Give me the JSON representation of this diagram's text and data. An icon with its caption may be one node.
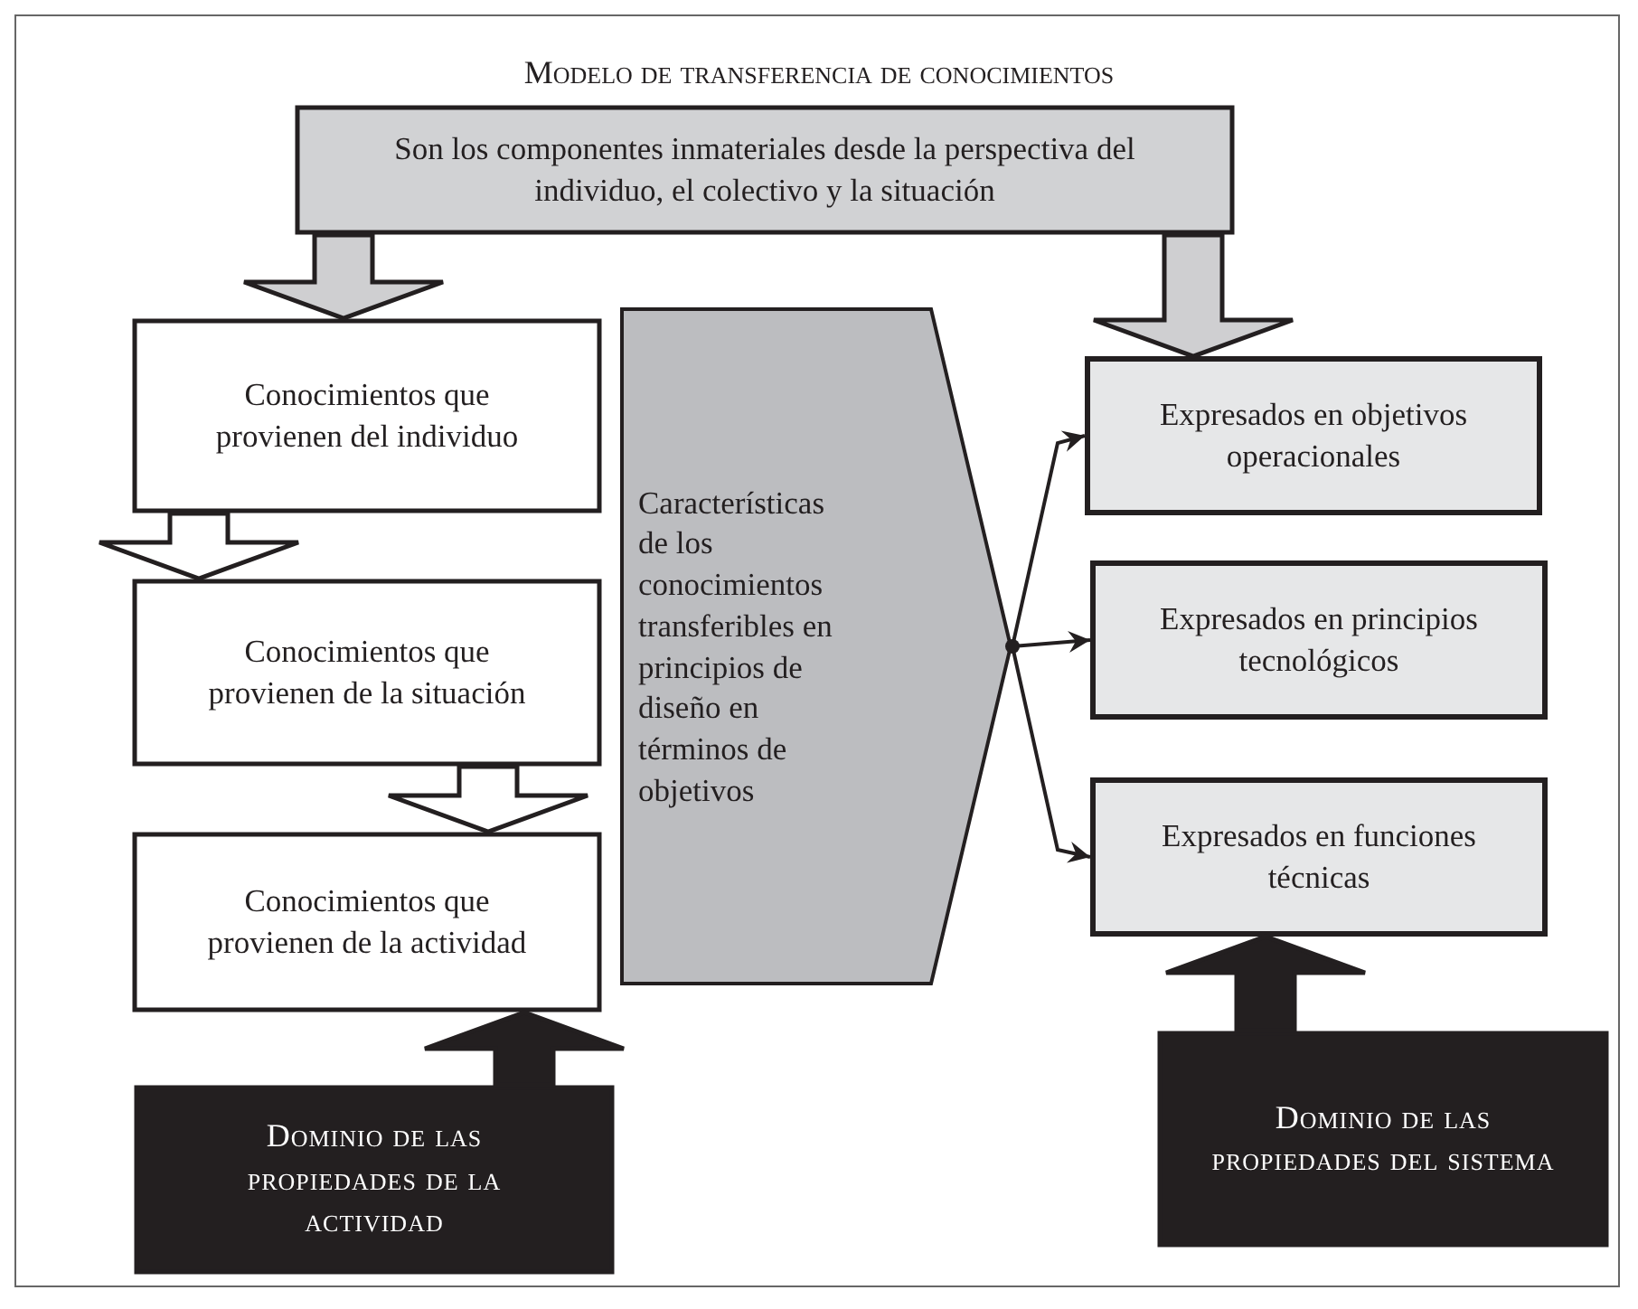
{
  "diagram": {
    "title": "Modelo de transferencia de conocimientos",
    "nodes": [
      {
        "text": [
          "Son los componentes inmateriales desde la perspectiva del individuo, el colectivo y la situación"
        ]
      },
      {
        "text": [
          "Conocimientos que provienen del individuo"
        ]
      },
      {
        "text": [
          "Conocimientos que provienen de la situación"
        ]
      },
      {
        "text": [
          "Conocimientos que provienen de la actividad"
        ]
      },
      {
        "text": [
          "Características de los conocimientos transferibles en principios de diseño en términos de objetivos"
        ]
      },
      {
        "text": [
          "Expresados en objetivos operacionales"
        ]
      },
      {
        "text": [
          "Expresados en principios tecnológicos"
        ]
      },
      {
        "text": [
          "Expresados en funciones técnicas"
        ]
      },
      {
        "text": [
          "Dominio de las propiedades de la actividad"
        ]
      },
      {
        "text": [
          "Dominio de las propiedades del sistema"
        ]
      }
    ],
    "edges": [
      {
        "from": 0,
        "to": 1,
        "arrow": "to",
        "style": "thick",
        "color": "#cfcfd1"
      },
      {
        "from": 0,
        "to": 5,
        "arrow": "to",
        "style": "thick",
        "color": "#cfcfd1"
      },
      {
        "from": 1,
        "to": 2,
        "arrow": "to",
        "style": "thick",
        "color": "#ffffff"
      },
      {
        "from": 2,
        "to": 3,
        "arrow": "to",
        "style": "thick",
        "color": "#ffffff"
      },
      {
        "from": 4,
        "to": 5,
        "arrow": "to"
      },
      {
        "from": 4,
        "to": 6,
        "arrow": "to"
      },
      {
        "from": 4,
        "to": 7,
        "arrow": "to"
      },
      {
        "from": 8,
        "to": 3,
        "arrow": "to",
        "style": "thick"
      },
      {
        "from": 9,
        "to": 7,
        "arrow": "to",
        "style": "thick"
      }
    ]
  }
}
